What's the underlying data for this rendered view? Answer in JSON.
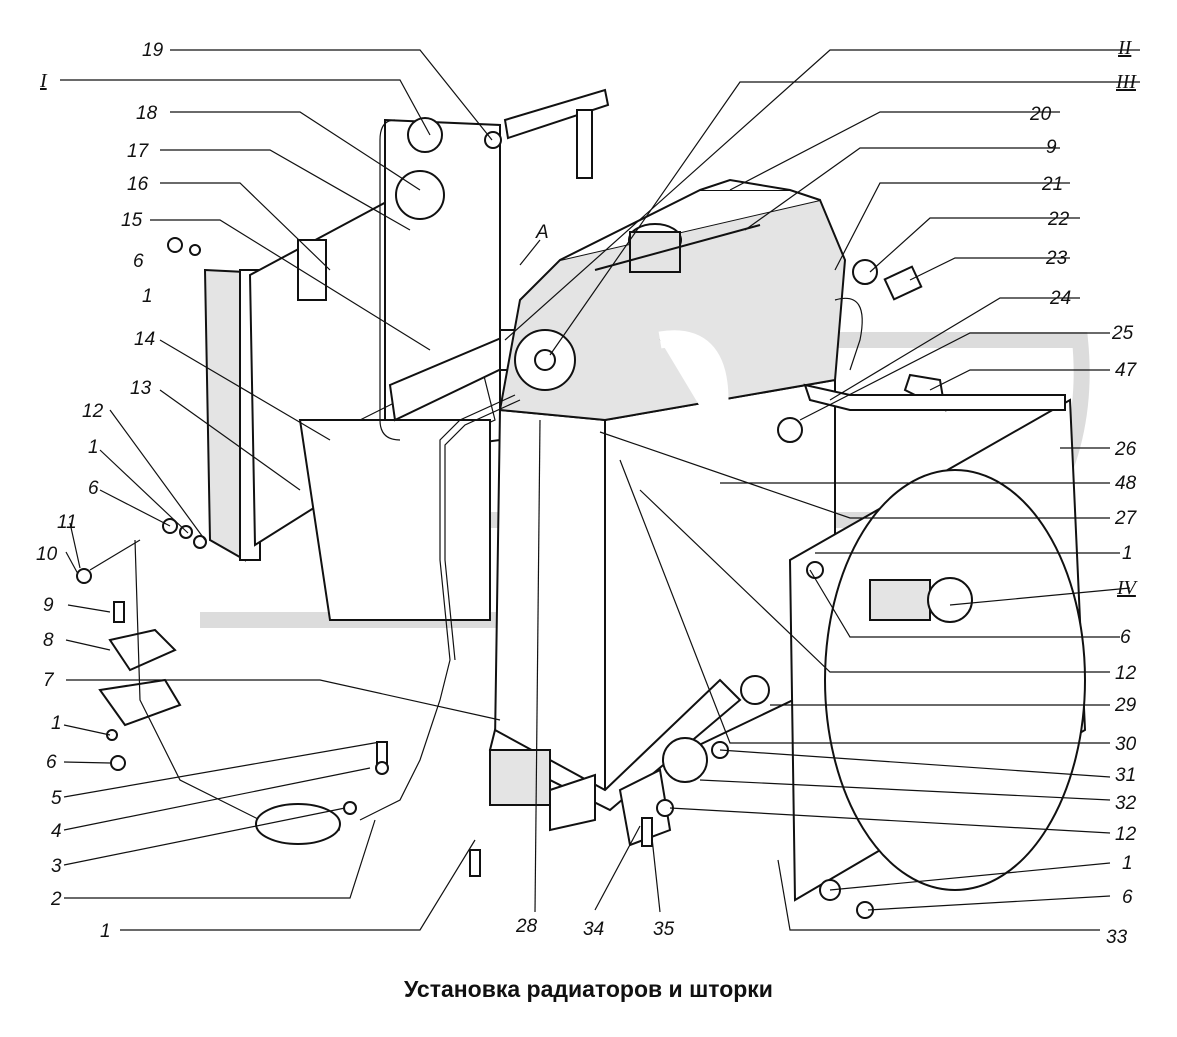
{
  "caption": "Установка радиаторов и шторки",
  "callouts": {
    "n19": "19",
    "nI": "I",
    "n18": "18",
    "n17": "17",
    "n16": "16",
    "n15": "15",
    "n6a": "6",
    "n1a": "1",
    "n14": "14",
    "n13": "13",
    "n12a": "12",
    "n1b": "1",
    "n6b": "6",
    "n11": "11",
    "n10": "10",
    "n9a": "9",
    "n8": "8",
    "n7": "7",
    "n1c": "1",
    "n6c": "6",
    "n5": "5",
    "n4": "4",
    "n3": "3",
    "n2": "2",
    "n1d": "1",
    "n28": "28",
    "n34": "34",
    "n35": "35",
    "nA": "A",
    "nII": "II",
    "nIII": "III",
    "n20": "20",
    "n9b": "9",
    "n21": "21",
    "n22": "22",
    "n23": "23",
    "n24": "24",
    "n25": "25",
    "n47": "47",
    "n26": "26",
    "n48": "48",
    "n27": "27",
    "n1e": "1",
    "nIV": "IV",
    "n6d": "6",
    "n12b": "12",
    "n29": "29",
    "n30": "30",
    "n31": "31",
    "n32": "32",
    "n12c": "12",
    "n1f": "1",
    "n6e": "6",
    "n33": "33"
  }
}
